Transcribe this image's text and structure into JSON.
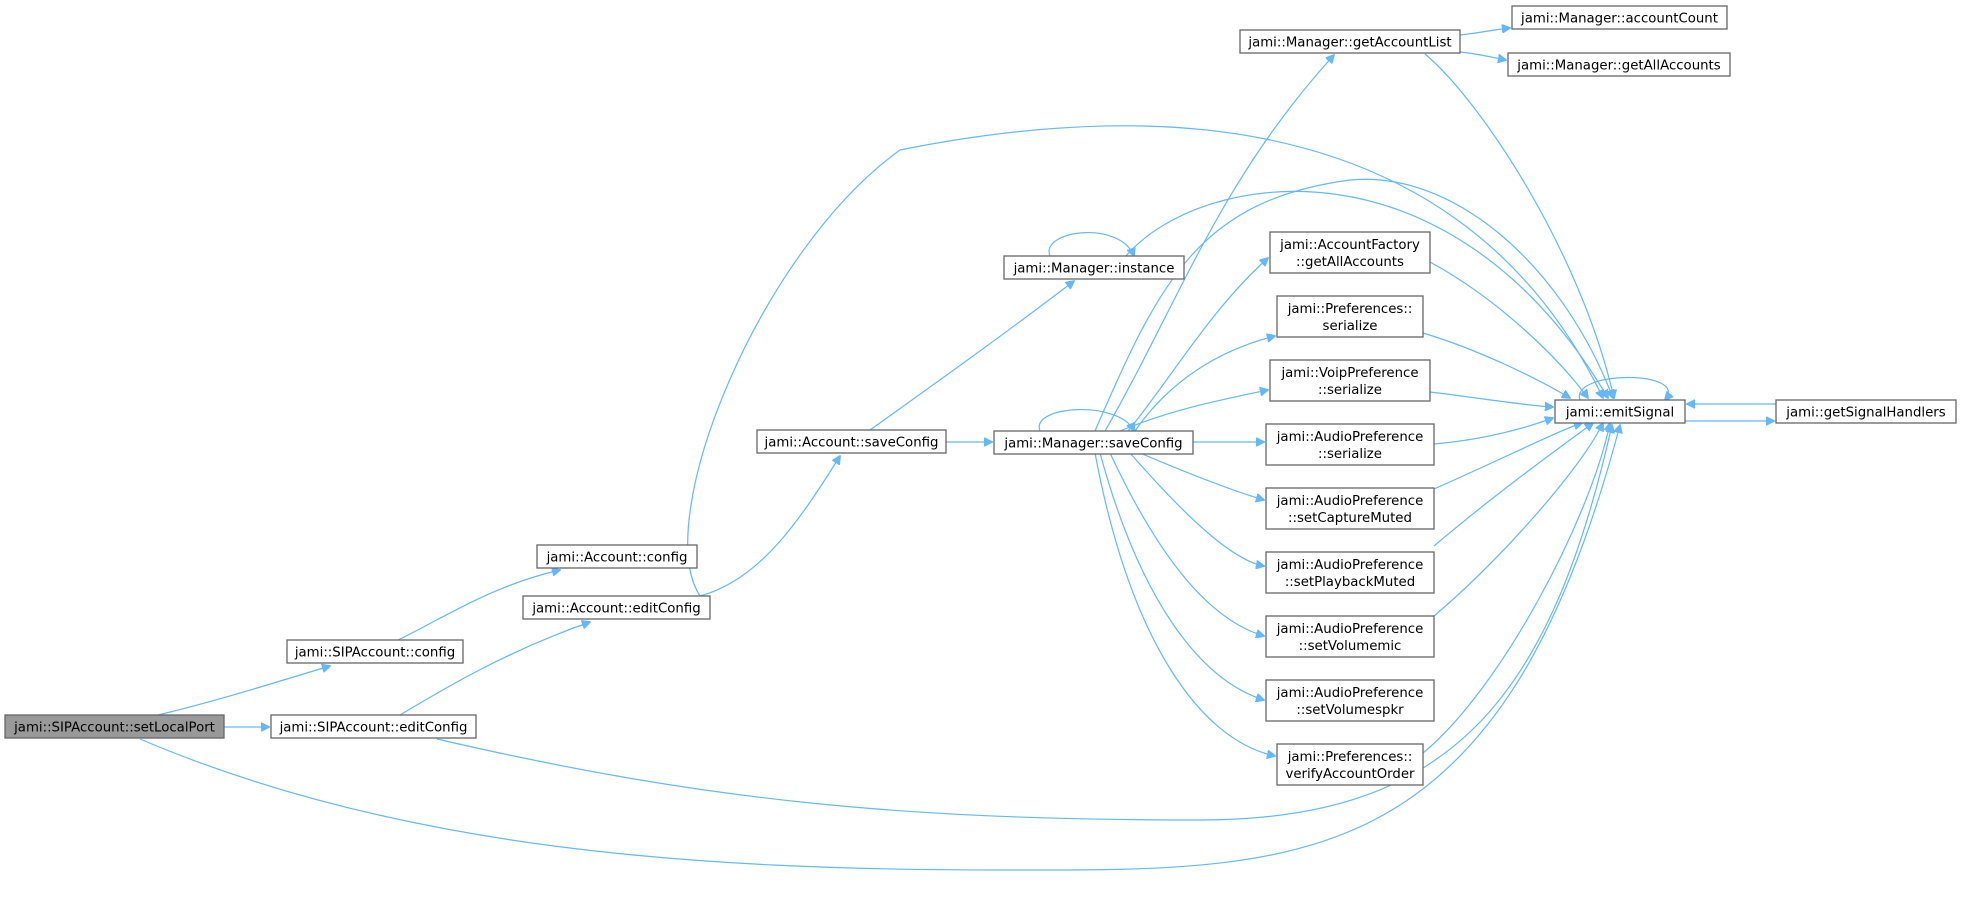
{
  "graph": {
    "nodes": [
      {
        "id": "setLocalPort",
        "lines": [
          "jami::SIPAccount::setLocalPort"
        ],
        "highlighted": true
      },
      {
        "id": "sipConfig",
        "lines": [
          "jami::SIPAccount::config"
        ]
      },
      {
        "id": "sipEditConfig",
        "lines": [
          "jami::SIPAccount::editConfig"
        ]
      },
      {
        "id": "accountConfig",
        "lines": [
          "jami::Account::config"
        ]
      },
      {
        "id": "accountEditConfig",
        "lines": [
          "jami::Account::editConfig"
        ]
      },
      {
        "id": "accountSaveConfig",
        "lines": [
          "jami::Account::saveConfig"
        ]
      },
      {
        "id": "managerInstance",
        "lines": [
          "jami::Manager::instance"
        ]
      },
      {
        "id": "managerSaveConfig",
        "lines": [
          "jami::Manager::saveConfig"
        ]
      },
      {
        "id": "getAccountList",
        "lines": [
          "jami::Manager::getAccountList"
        ]
      },
      {
        "id": "accountCount",
        "lines": [
          "jami::Manager::accountCount"
        ]
      },
      {
        "id": "managerGetAllAccounts",
        "lines": [
          "jami::Manager::getAllAccounts"
        ]
      },
      {
        "id": "factoryGetAllAccounts",
        "lines": [
          "jami::AccountFactory",
          "::getAllAccounts"
        ]
      },
      {
        "id": "prefSerialize",
        "lines": [
          "jami::Preferences::",
          "serialize"
        ]
      },
      {
        "id": "voipSerialize",
        "lines": [
          "jami::VoipPreference",
          "::serialize"
        ]
      },
      {
        "id": "audioSerialize",
        "lines": [
          "jami::AudioPreference",
          "::serialize"
        ]
      },
      {
        "id": "setCaptureMuted",
        "lines": [
          "jami::AudioPreference",
          "::setCaptureMuted"
        ]
      },
      {
        "id": "setPlaybackMuted",
        "lines": [
          "jami::AudioPreference",
          "::setPlaybackMuted"
        ]
      },
      {
        "id": "setVolumemic",
        "lines": [
          "jami::AudioPreference",
          "::setVolumemic"
        ]
      },
      {
        "id": "setVolumespkr",
        "lines": [
          "jami::AudioPreference",
          "::setVolumespkr"
        ]
      },
      {
        "id": "verifyAccountOrder",
        "lines": [
          "jami::Preferences::",
          "verifyAccountOrder"
        ]
      },
      {
        "id": "emitSignal",
        "lines": [
          "jami::emitSignal"
        ]
      },
      {
        "id": "getSignalHandlers",
        "lines": [
          "jami::getSignalHandlers"
        ]
      }
    ],
    "edges": [
      {
        "from": "setLocalPort",
        "to": "sipConfig"
      },
      {
        "from": "setLocalPort",
        "to": "sipEditConfig"
      },
      {
        "from": "setLocalPort",
        "to": "emitSignal"
      },
      {
        "from": "sipConfig",
        "to": "accountConfig"
      },
      {
        "from": "sipEditConfig",
        "to": "accountEditConfig"
      },
      {
        "from": "sipEditConfig",
        "to": "emitSignal"
      },
      {
        "from": "accountEditConfig",
        "to": "accountSaveConfig"
      },
      {
        "from": "accountEditConfig",
        "to": "emitSignal"
      },
      {
        "from": "accountSaveConfig",
        "to": "managerInstance"
      },
      {
        "from": "accountSaveConfig",
        "to": "managerSaveConfig"
      },
      {
        "from": "managerInstance",
        "to": "managerInstance"
      },
      {
        "from": "managerInstance",
        "to": "emitSignal"
      },
      {
        "from": "managerSaveConfig",
        "to": "managerSaveConfig"
      },
      {
        "from": "managerSaveConfig",
        "to": "getAccountList"
      },
      {
        "from": "managerSaveConfig",
        "to": "emitSignal"
      },
      {
        "from": "managerSaveConfig",
        "to": "factoryGetAllAccounts"
      },
      {
        "from": "managerSaveConfig",
        "to": "prefSerialize"
      },
      {
        "from": "managerSaveConfig",
        "to": "voipSerialize"
      },
      {
        "from": "managerSaveConfig",
        "to": "audioSerialize"
      },
      {
        "from": "managerSaveConfig",
        "to": "setCaptureMuted"
      },
      {
        "from": "managerSaveConfig",
        "to": "setPlaybackMuted"
      },
      {
        "from": "managerSaveConfig",
        "to": "setVolumemic"
      },
      {
        "from": "managerSaveConfig",
        "to": "setVolumespkr"
      },
      {
        "from": "managerSaveConfig",
        "to": "verifyAccountOrder"
      },
      {
        "from": "getAccountList",
        "to": "accountCount"
      },
      {
        "from": "getAccountList",
        "to": "managerGetAllAccounts"
      },
      {
        "from": "getAccountList",
        "to": "emitSignal"
      },
      {
        "from": "factoryGetAllAccounts",
        "to": "emitSignal"
      },
      {
        "from": "prefSerialize",
        "to": "emitSignal"
      },
      {
        "from": "voipSerialize",
        "to": "emitSignal"
      },
      {
        "from": "audioSerialize",
        "to": "emitSignal"
      },
      {
        "from": "setCaptureMuted",
        "to": "emitSignal"
      },
      {
        "from": "setPlaybackMuted",
        "to": "emitSignal"
      },
      {
        "from": "setVolumemic",
        "to": "emitSignal"
      },
      {
        "from": "verifyAccountOrder",
        "to": "emitSignal"
      },
      {
        "from": "emitSignal",
        "to": "emitSignal"
      },
      {
        "from": "emitSignal",
        "to": "getSignalHandlers"
      },
      {
        "from": "getSignalHandlers",
        "to": "emitSignal"
      }
    ]
  },
  "colors": {
    "edge": "#63b8ff",
    "node_border": "#666666",
    "node_fill": "#ffffff",
    "highlight_fill": "#999999"
  }
}
